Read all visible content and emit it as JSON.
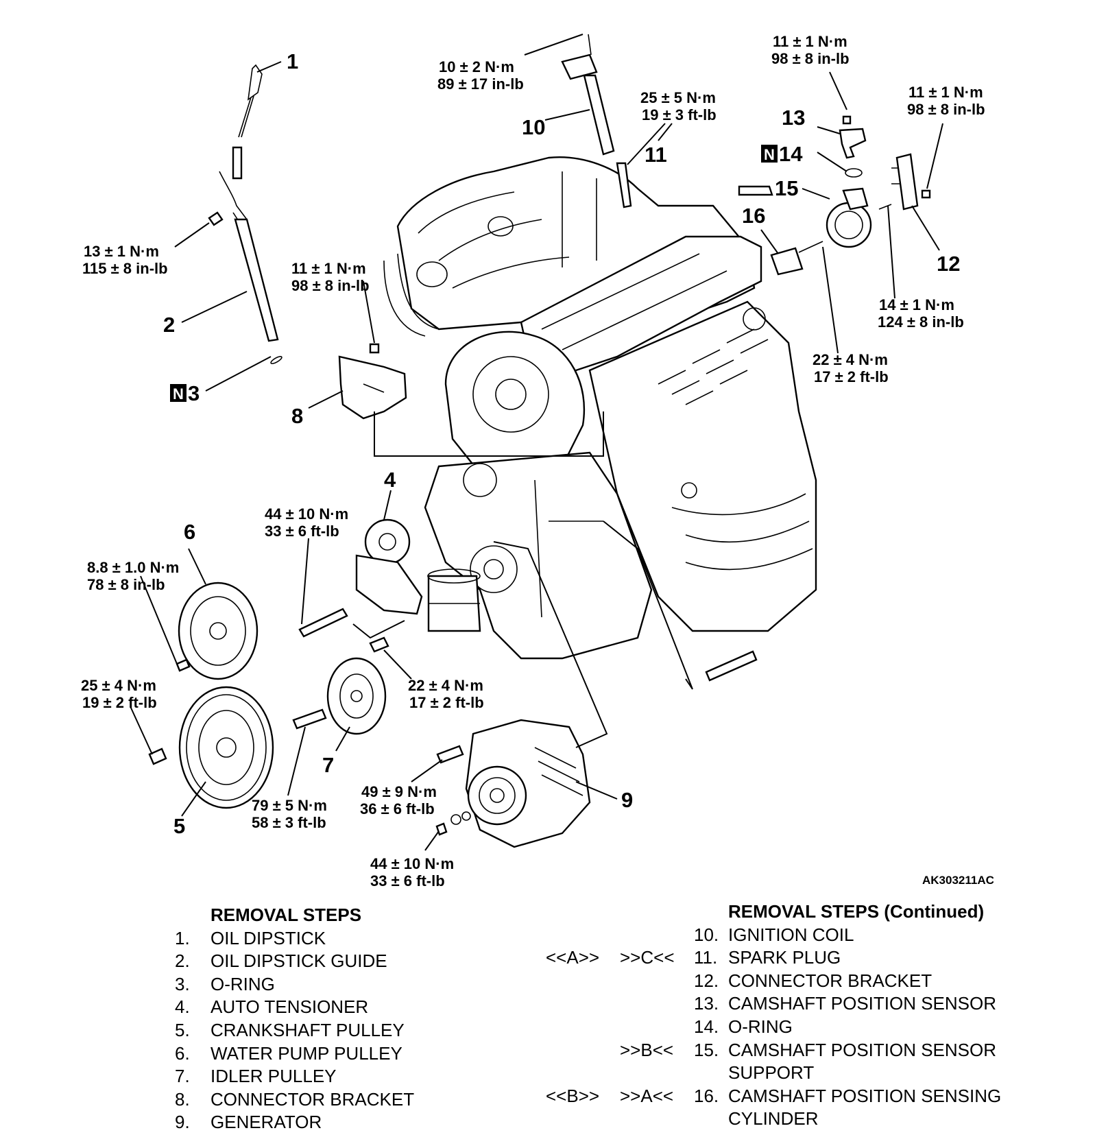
{
  "diagram": {
    "image_code": "AK303211AC",
    "new_part_mark": "N",
    "callouts": {
      "c1": "1",
      "c2": "2",
      "c3": "3",
      "c4": "4",
      "c5": "5",
      "c6": "6",
      "c7": "7",
      "c8": "8",
      "c9": "9",
      "c10": "10",
      "c11": "11",
      "c12": "12",
      "c13": "13",
      "c14": "14",
      "c15": "15",
      "c16": "16"
    },
    "torques": [
      {
        "metric": "10 ± 2 N·m",
        "imperial": "89 ± 17 in-lb"
      },
      {
        "metric": "25 ± 5 N·m",
        "imperial": "19 ± 3 ft-lb"
      },
      {
        "metric": "11 ± 1 N·m",
        "imperial": "98 ± 8 in-lb"
      },
      {
        "metric": "11 ± 1 N·m",
        "imperial": "98 ± 8 in-lb"
      },
      {
        "metric": "13 ± 1 N·m",
        "imperial": "115 ± 8 in-lb"
      },
      {
        "metric": "11 ± 1 N·m",
        "imperial": "98 ± 8 in-lb"
      },
      {
        "metric": "14 ± 1 N·m",
        "imperial": "124 ± 8 in-lb"
      },
      {
        "metric": "22 ± 4 N·m",
        "imperial": "17 ± 2 ft-lb"
      },
      {
        "metric": "44 ± 10 N·m",
        "imperial": "33 ± 6 ft-lb"
      },
      {
        "metric": "8.8 ± 1.0 N·m",
        "imperial": "78 ± 8 in-lb"
      },
      {
        "metric": "22 ± 4 N·m",
        "imperial": "17 ± 2 ft-lb"
      },
      {
        "metric": "25 ± 4 N·m",
        "imperial": "19 ± 2 ft-lb"
      },
      {
        "metric": "79 ± 5 N·m",
        "imperial": "58 ± 3 ft-lb"
      },
      {
        "metric": "49 ± 9 N·m",
        "imperial": "36 ± 6 ft-lb"
      },
      {
        "metric": "44 ± 10 N·m",
        "imperial": "33 ± 6 ft-lb"
      }
    ]
  },
  "removal_steps": {
    "heading": "REMOVAL STEPS",
    "items": [
      {
        "num": "1.",
        "label": "OIL DIPSTICK"
      },
      {
        "num": "2.",
        "label": "OIL DIPSTICK GUIDE"
      },
      {
        "num": "3.",
        "label": "O-RING"
      },
      {
        "num": "4.",
        "label": "AUTO TENSIONER"
      },
      {
        "num": "5.",
        "label": "CRANKSHAFT PULLEY"
      },
      {
        "num": "6.",
        "label": "WATER PUMP PULLEY"
      },
      {
        "num": "7.",
        "label": "IDLER PULLEY"
      },
      {
        "num": "8.",
        "label": "CONNECTOR BRACKET"
      },
      {
        "num": "9.",
        "label": "GENERATOR"
      }
    ]
  },
  "removal_steps_continued": {
    "heading": "REMOVAL STEPS (Continued)",
    "items": [
      {
        "mark1": "",
        "mark2": "",
        "num": "10.",
        "label": "IGNITION COIL"
      },
      {
        "mark1": "<<A>>",
        "mark2": ">>C<<",
        "num": "11.",
        "label": "SPARK PLUG"
      },
      {
        "mark1": "",
        "mark2": "",
        "num": "12.",
        "label": "CONNECTOR BRACKET"
      },
      {
        "mark1": "",
        "mark2": "",
        "num": "13.",
        "label": "CAMSHAFT POSITION SENSOR"
      },
      {
        "mark1": "",
        "mark2": "",
        "num": "14.",
        "label": "O-RING"
      },
      {
        "mark1": "",
        "mark2": ">>B<<",
        "num": "15.",
        "label": "CAMSHAFT POSITION SENSOR"
      },
      {
        "mark1": "",
        "mark2": "",
        "num": "",
        "label": "SUPPORT"
      },
      {
        "mark1": "<<B>>",
        "mark2": ">>A<<",
        "num": "16.",
        "label": "CAMSHAFT POSITION SENSING"
      },
      {
        "mark1": "",
        "mark2": "",
        "num": "",
        "label": "CYLINDER"
      }
    ]
  }
}
